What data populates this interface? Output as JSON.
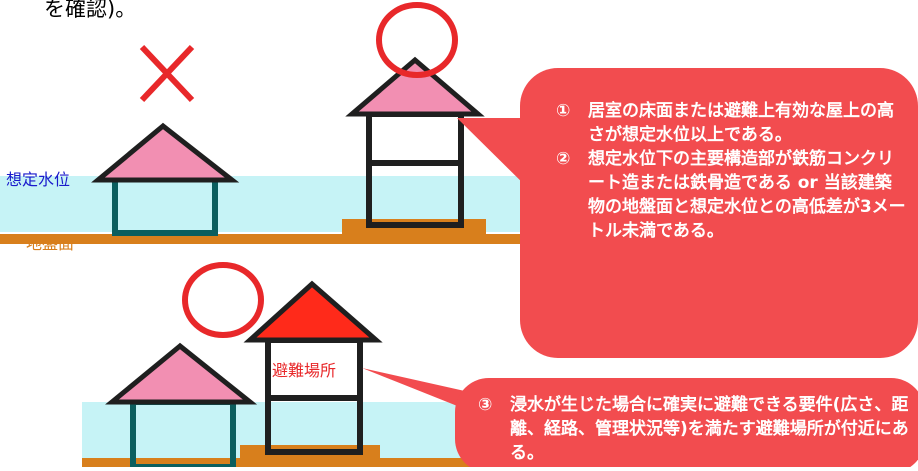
{
  "top_text": "を確認)。",
  "labels": {
    "water_level": "想定水位",
    "ground_level": "地盤面",
    "shelter": "避難場所"
  },
  "marks": {
    "ng": "×",
    "ok": "○"
  },
  "callout1": {
    "items": [
      {
        "num": "①",
        "text": "居室の床面または避難上有効な屋上の高さが想定水位以上である。"
      },
      {
        "num": "②",
        "text": "想定水位下の主要構造部が鉄筋コンクリート造または鉄骨造である or 当該建築物の地盤面と想定水位との高低差が3メートル未満である。"
      }
    ]
  },
  "callout2": {
    "items": [
      {
        "num": "③",
        "text": "浸水が生じた場合に確実に避難できる要件(広さ、距離、経路、管理状況等)を満たす避難場所が付近にある。"
      }
    ]
  },
  "colors": {
    "water": "#c6f3f6",
    "ground": "#d87f1c",
    "roof_pink": "#f28fb2",
    "roof_red": "#ff2a1a",
    "outline": "#1f1f1f",
    "frame_teal": "#0b5e5e",
    "mark_red": "#e8282a",
    "callout": "#f24c4f",
    "water_label": "#1a1acc"
  }
}
